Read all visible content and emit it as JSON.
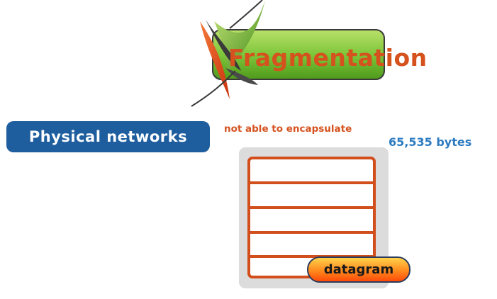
{
  "title": "Fragmentation",
  "physical_networks_label": "Physical networks",
  "encapsulate_note": "not able to encapsulate",
  "size_label": "65,535 bytes",
  "datagram_label": "datagram",
  "datagram_rows": 5,
  "colors": {
    "accent_orange": "#d5521e",
    "button_blue": "#1e5e9e",
    "bytes_blue": "#2b7ac0",
    "title_green": "#5fb01e",
    "frame_gray": "#dcdcdc"
  }
}
